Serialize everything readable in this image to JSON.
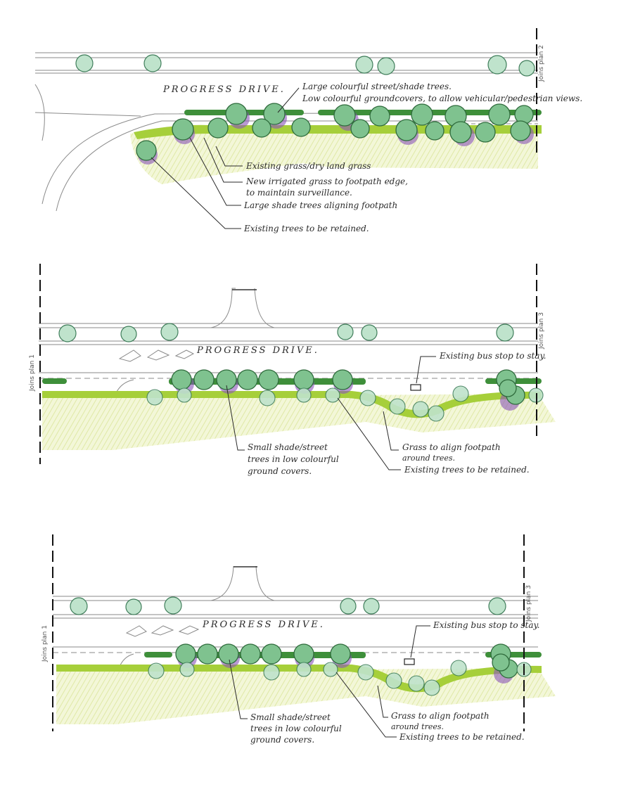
{
  "panels": [
    {
      "street_name": "PROGRESS  DRIVE.",
      "joins_right": "Joins plan 2",
      "notes": [
        "Large colourful street/shade trees.",
        "Low colourful groundcovers, to allow vehicular/pedestrian views.",
        "Existing grass/dry land grass",
        "New irrigated grass to footpath edge,",
        "to maintain surveillance.",
        "Large shade trees aligning footpath",
        "Existing trees to be retained."
      ]
    },
    {
      "street_name": "PROGRESS  DRIVE.",
      "joins_left": "Joins plan 1",
      "joins_right": "Joins plan 3",
      "notes": [
        "Existing bus stop to stay.",
        "Small shade/street",
        "trees in low colourful",
        "ground covers.",
        "Grass to align footpath",
        "around trees.",
        "Existing trees to be retained."
      ]
    },
    {
      "street_name": "PROGRESS  DRIVE.",
      "joins_left": "Joins plan 1",
      "joins_right": "Joins plan 3",
      "notes": [
        "Existing bus stop to stay.",
        "Small shade/street",
        "trees in low colourful",
        "ground covers.",
        "Grass to align footpath",
        "around trees.",
        "Existing trees to be retained."
      ]
    }
  ],
  "colors": {
    "tree_fill": "#9fd4b4",
    "tree_stroke": "#3f7d5a",
    "tree_dark": "#2f7a34",
    "grass_band": "#a6cf3a",
    "grass_light": "#eef4c6",
    "hedge": "#3e8f3a",
    "shadow": "#8a55b8",
    "line": "#8a8a8a"
  }
}
